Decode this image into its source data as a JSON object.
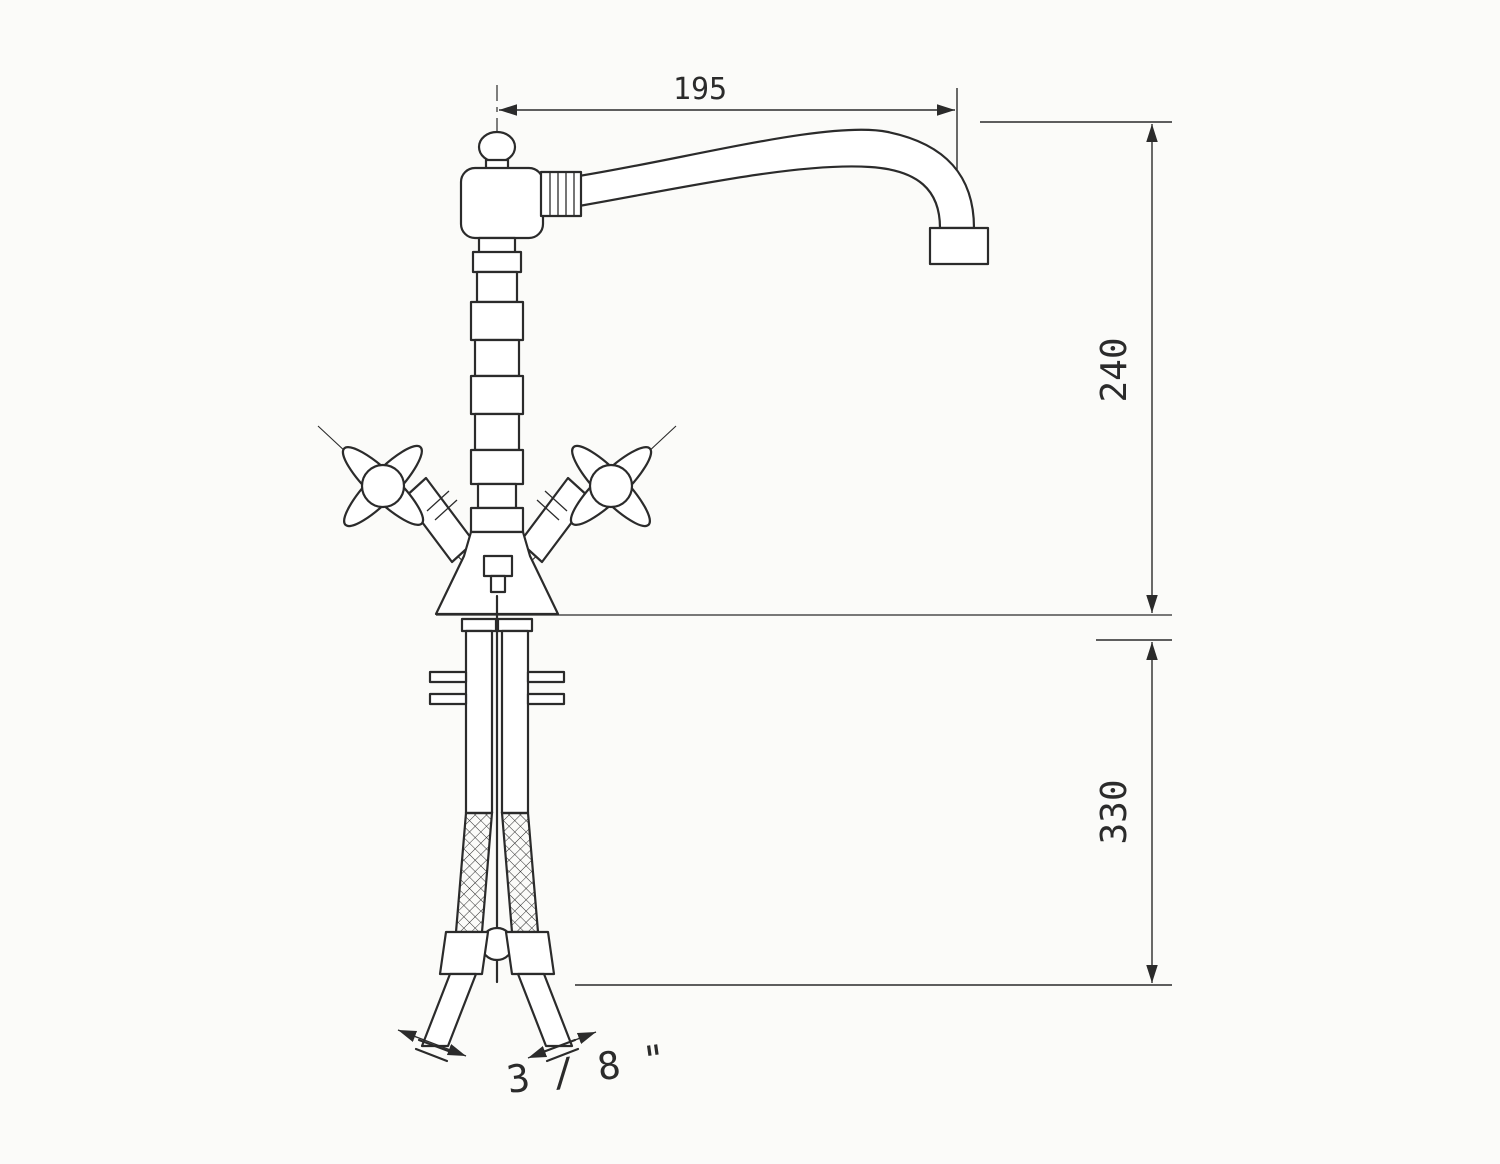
{
  "colors": {
    "background": "#fbfbf9",
    "line": "#2b2b2b"
  },
  "dimensions": {
    "spout_reach": "195",
    "height_above_counter": "240",
    "length_below_counter": "330",
    "supply_connection": "3 / 8 \""
  }
}
